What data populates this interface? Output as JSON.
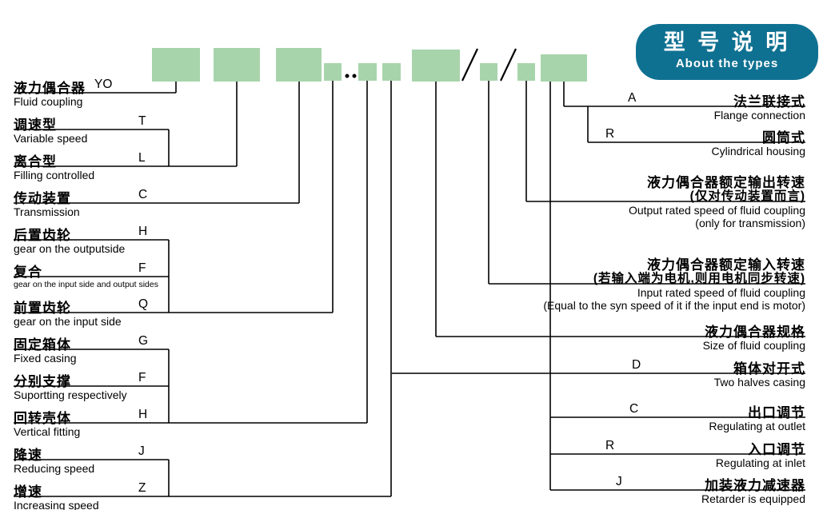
{
  "badge": {
    "title_zh": "型 号 说 明",
    "title_en": "About the types"
  },
  "colors": {
    "box_green": "#a8d4ac",
    "badge_teal": "#0f7192",
    "line": "#000000"
  },
  "left_rows": [
    {
      "zh": "液力偶合器",
      "code": "YO",
      "en": "Fluid coupling"
    },
    {
      "zh": "调速型",
      "code": "T",
      "en": "Variable speed"
    },
    {
      "zh": "离合型",
      "code": "L",
      "en": "Filling controlled"
    },
    {
      "zh": "传动装置",
      "code": "C",
      "en": "Transmission"
    },
    {
      "zh": "后置齿轮",
      "code": "H",
      "en": "gear on the outputside"
    },
    {
      "zh": "复合",
      "code": "F",
      "en": "gear on the input side and output sides"
    },
    {
      "zh": "前置齿轮",
      "code": "Q",
      "en": "gear on the input side"
    },
    {
      "zh": "固定箱体",
      "code": "G",
      "en": "Fixed casing"
    },
    {
      "zh": "分别支撑",
      "code": "F",
      "en": "Suportting respectively"
    },
    {
      "zh": "回转壳体",
      "code": "H",
      "en": "Vertical fitting"
    },
    {
      "zh": "降速",
      "code": "J",
      "en": "Reducing speed"
    },
    {
      "zh": "增速",
      "code": "Z",
      "en": "Increasing speed"
    }
  ],
  "right_rows": [
    {
      "code": "A",
      "zh": "法兰联接式",
      "en": "Flange connection"
    },
    {
      "code": "R",
      "zh": "圆筒式",
      "en": "Cylindrical housing"
    },
    {
      "code": "",
      "zh": "液力偶合器额定输出转速",
      "zh2": "(仅对传动装置而言)",
      "en": "Output rated speed of fluid coupling",
      "en2": "(only for transmission)"
    },
    {
      "code": "",
      "zh": "液力偶合器额定输入转速",
      "zh2": "(若输入端为电机,则用电机同步转速)",
      "en": "Input rated speed of fluid coupling",
      "en2": "(Equal to the syn speed of it if the input end is motor)"
    },
    {
      "code": "",
      "zh": "液力偶合器规格",
      "en": "Size of fluid coupling"
    },
    {
      "code": "D",
      "zh": "箱体对开式",
      "en": "Two halves casing"
    },
    {
      "code": "C",
      "zh": "出口调节",
      "en": "Regulating at outlet"
    },
    {
      "code": "R",
      "zh": "入口调节",
      "en": "Regulating at inlet"
    },
    {
      "code": "J",
      "zh": "加装液力减速器",
      "en": "Retarder is equipped"
    }
  ]
}
